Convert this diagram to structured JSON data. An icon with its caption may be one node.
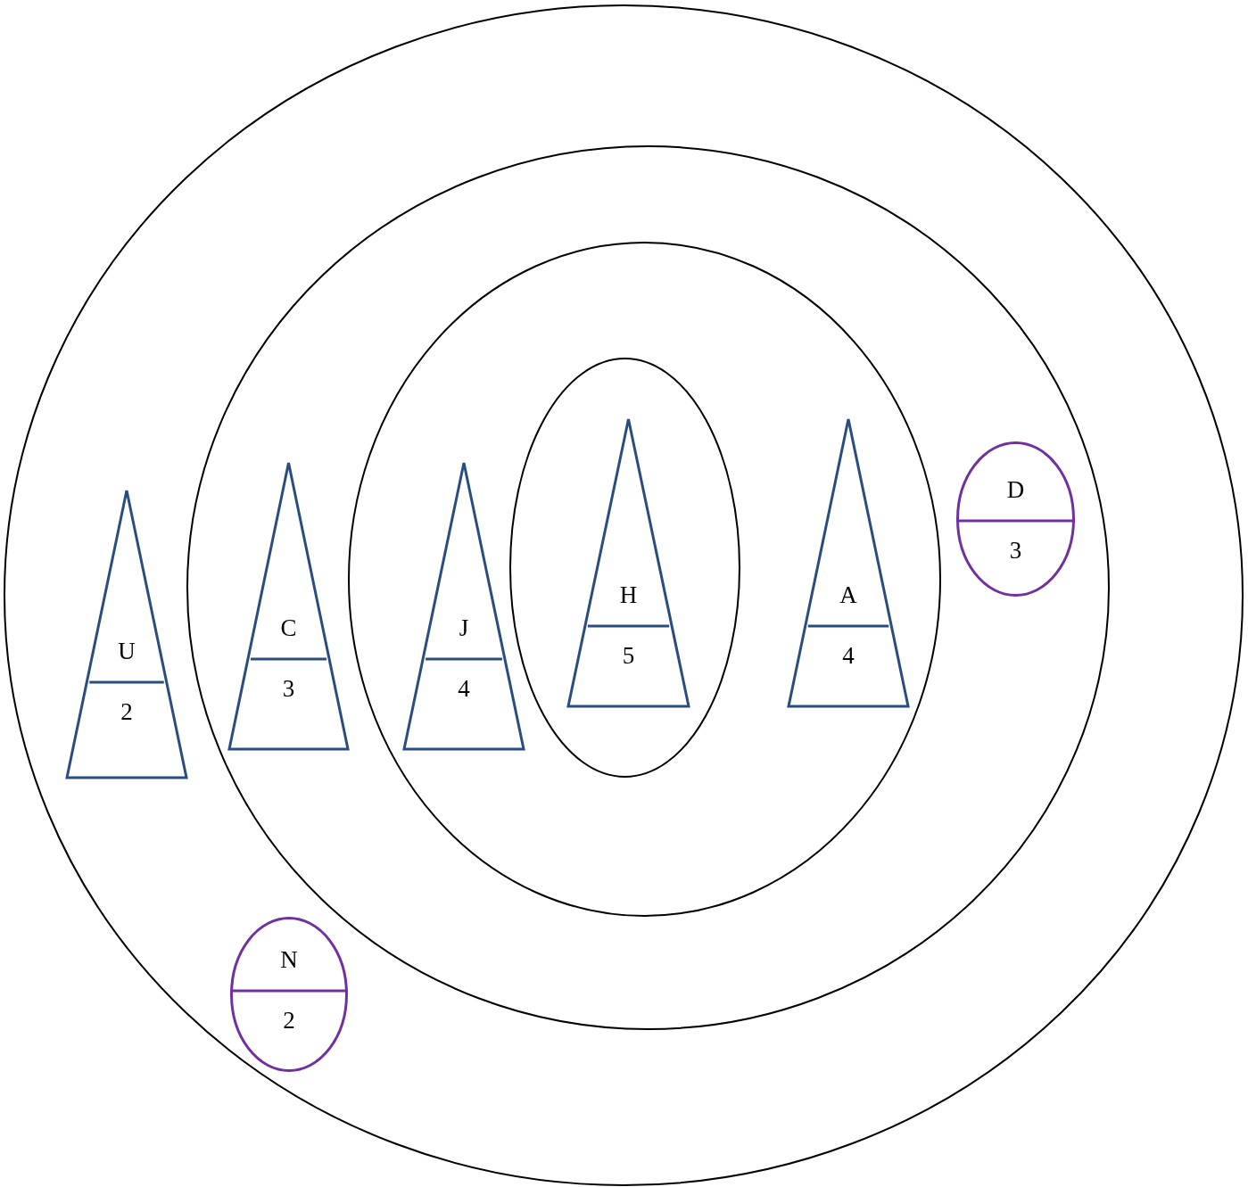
{
  "diagram": {
    "nodes": [
      {
        "text": [],
        "shape": "ellipse"
      },
      {
        "text": [],
        "shape": "ellipse",
        "in": 0
      },
      {
        "text": [],
        "shape": "ellipse",
        "in": 1
      },
      {
        "text": [],
        "shape": "ellipse",
        "in": 2
      },
      {
        "text": [
          "U",
          "2"
        ],
        "in": 0
      },
      {
        "text": [
          "C",
          "3"
        ],
        "in": 1
      },
      {
        "text": [
          "J",
          "4"
        ],
        "in": 2
      },
      {
        "text": [
          "H",
          "5"
        ],
        "in": 3
      },
      {
        "text": [
          "A",
          "4"
        ],
        "in": 2
      },
      {
        "text": [
          "D",
          "3"
        ],
        "in": 1
      },
      {
        "text": [
          "N",
          "2"
        ],
        "in": 0
      }
    ]
  }
}
